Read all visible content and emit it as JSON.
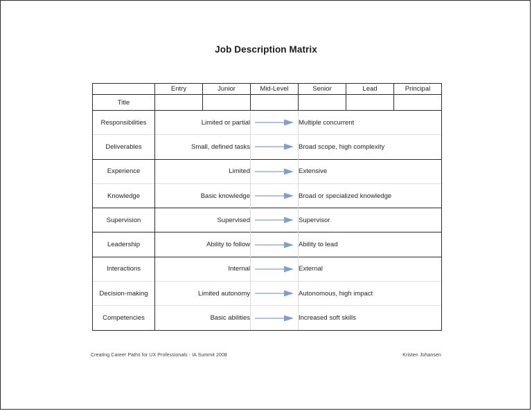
{
  "page": {
    "title": "Job Description Matrix",
    "border_color": "#2b2b2b",
    "background": "#ffffff"
  },
  "matrix": {
    "accent_color": "#7f9fd0",
    "grid_dark_color": "#2b2b2b",
    "grid_light_color": "#e2e2e2",
    "corner_label": "",
    "levels": [
      "Entry",
      "Junior",
      "Mid-Level",
      "Senior",
      "Lead",
      "Principal"
    ],
    "title_row_label": "Title",
    "arrow_icon": "right-arrow",
    "rows": [
      {
        "label": "Responsibilities",
        "left": "Limited or partial",
        "right": "Multiple concurrent",
        "separator": "dark"
      },
      {
        "label": "Deliverables",
        "left": "Small, defined tasks",
        "right": "Broad scope, high complexity",
        "separator": "light"
      },
      {
        "label": "Experience",
        "left": "Limited",
        "right": "Extensive",
        "separator": "dark"
      },
      {
        "label": "Knowledge",
        "left": "Basic knowledge",
        "right": "Broad or specialized knowledge",
        "separator": "light"
      },
      {
        "label": "Supervision",
        "left": "Supervised",
        "right": "Supervisor",
        "separator": "dark"
      },
      {
        "label": "Leadership",
        "left": "Ability to follow",
        "right": "Ability to lead",
        "separator": "dark"
      },
      {
        "label": "Interactions",
        "left": "Internal",
        "right": "External",
        "separator": "dark"
      },
      {
        "label": "Decision-making",
        "left": "Limited autonomy",
        "right": "Autonomous, high impact",
        "separator": "light"
      },
      {
        "label": "Competencies",
        "left": "Basic abilities",
        "right": "Increased soft skills",
        "separator": "light"
      }
    ]
  },
  "footer": {
    "left": "Creating Career Paths for UX Professionals - IA Summit 2008",
    "right": "Kristen Johansen"
  }
}
